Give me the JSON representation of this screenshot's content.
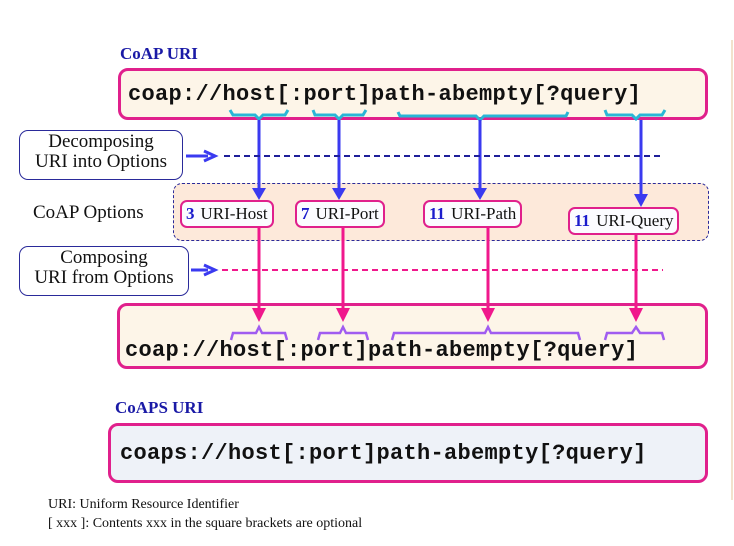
{
  "coap_section": {
    "title": "CoAP URI",
    "uri": "coap://host[:port]path-abempty[?query]"
  },
  "processes": {
    "decompose": {
      "line1": "Decomposing",
      "line2": "URI into Options"
    },
    "compose": {
      "line1": "Composing",
      "line2": "URI from Options"
    }
  },
  "options": {
    "label": "CoAP Options",
    "items": [
      {
        "number": "3",
        "name": "URI-Host"
      },
      {
        "number": "7",
        "name": "URI-Port"
      },
      {
        "number": "11",
        "name": "URI-Path"
      },
      {
        "number": "11",
        "name": "URI-Query"
      }
    ]
  },
  "composed_uri": "coap://host[:port]path-abempty[?query]",
  "coaps_section": {
    "title": "CoAPS URI",
    "uri": "coaps://host[:port]path-abempty[?query]"
  },
  "notes": {
    "line1": "URI: Uniform Resource Identifier",
    "line2": "[ xxx ]: Contents xxx in the square brackets are optional"
  },
  "colors": {
    "decompose_arrow": "#3a3af0",
    "compose_arrow": "#f0188c",
    "box_border": "#e0208c",
    "uri_bg": "#fdf5e8",
    "options_bg": "#fde9da",
    "coaps_bg": "#eef2f8",
    "brace_top": "#29b6d6",
    "brace_bottom": "#a05cf0"
  }
}
